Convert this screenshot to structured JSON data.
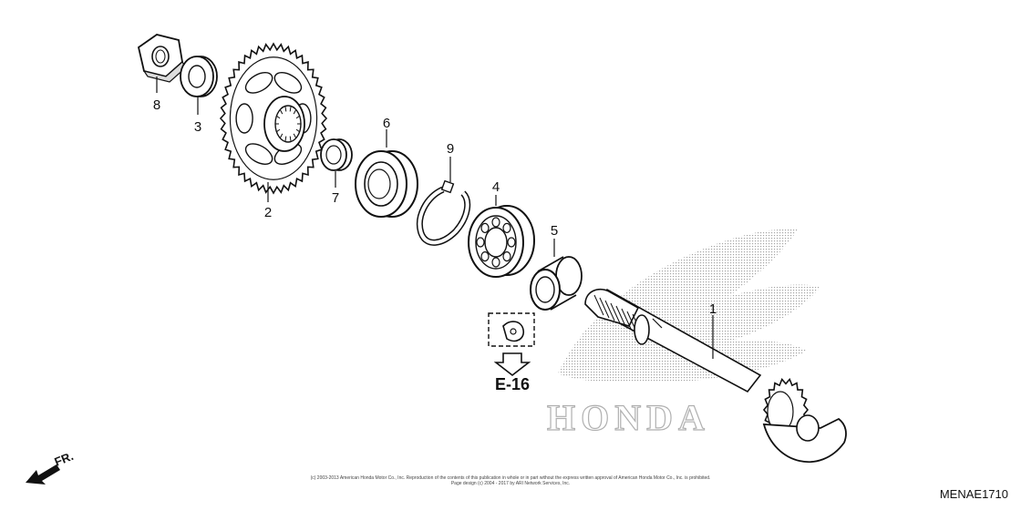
{
  "callouts": [
    "8",
    "3",
    "2",
    "7",
    "6",
    "9",
    "4",
    "5",
    "1"
  ],
  "reference": {
    "label": "E-16"
  },
  "front_marker": {
    "label": "FR."
  },
  "watermark": {
    "brand": "HONDA"
  },
  "diagram_code": "MENAE1710",
  "copyright": {
    "line1": "(c) 2003-2013 American Honda Motor Co., Inc. Reproduction of the contents of this publication in whole or in part without the express written approval of American Honda Motor Co., Inc. is prohibited.",
    "line2": "Page design (c) 2004 - 2017 by ARI Network Services, Inc."
  },
  "colors": {
    "line": "#111111",
    "watermark": "#b8b8b8"
  }
}
